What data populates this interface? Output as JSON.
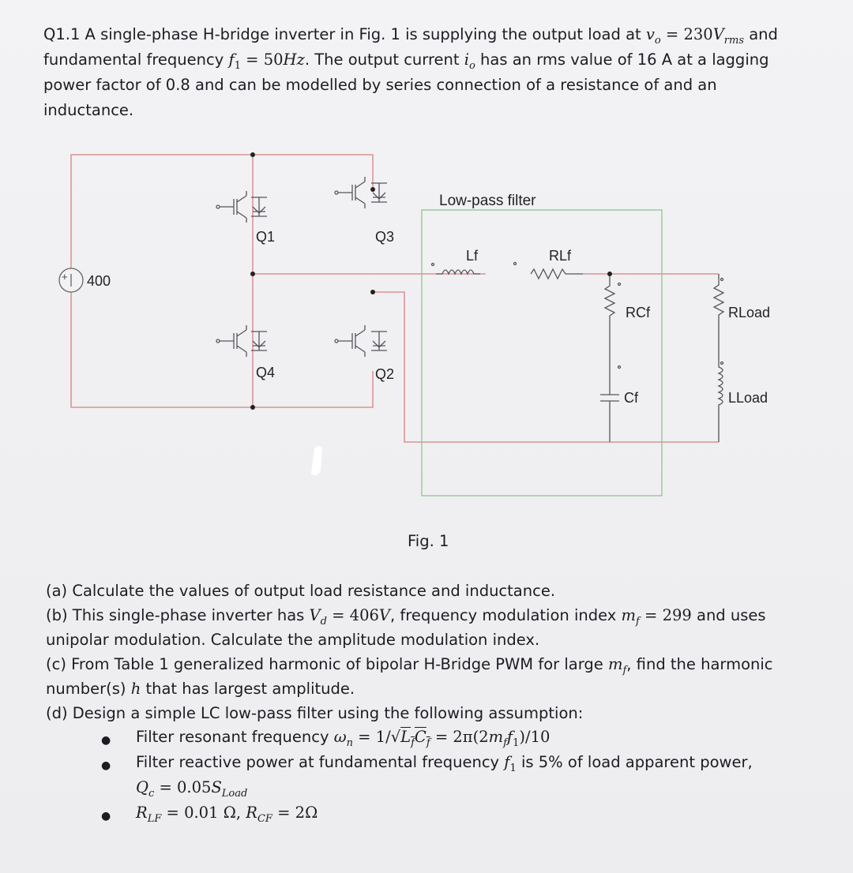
{
  "intro": {
    "line1_a": "Q1.1 A single-phase H-bridge inverter in Fig. 1 is supplying the output load at ",
    "line1_vo": "v",
    "line1_vo_sub": "o",
    "line1_eq": " = 230",
    "line1_V": "V",
    "line1_rms": "rms",
    "line1_b": " and",
    "line2_a": "fundamental frequency ",
    "line2_f1": "f",
    "line2_f1_sub": "1",
    "line2_eq": " = 50",
    "line2_Hz": "Hz",
    "line2_b": ". The output current ",
    "line2_io": "i",
    "line2_io_sub": "o",
    "line2_c": " has an rms value of 16 A at a lagging",
    "line3": "power factor of 0.8 and can be modelled by series connection of a resistance of and an",
    "line4": "inductance."
  },
  "circuit": {
    "source_label": "400",
    "source_sign": "+",
    "q1": "Q1",
    "q2": "Q2",
    "q3": "Q3",
    "q4": "Q4",
    "filter_title": "Low-pass filter",
    "lf": "Lf",
    "rlf": "RLf",
    "rcf": "RCf",
    "cf": "Cf",
    "rload": "RLoad",
    "lload": "LLoad",
    "colors": {
      "wire_red": "#d98080",
      "wire_green": "#8fc48f",
      "component": "#55555d"
    }
  },
  "figure_caption": "Fig. 1",
  "questions": {
    "a": "(a) Calculate the values of output load resistance and inductance.",
    "b1_a": "(b) This single-phase inverter has ",
    "b1_Vd": "V",
    "b1_Vd_sub": "d",
    "b1_eq": " = 406",
    "b1_V": "V",
    "b1_b": ", frequency modulation index ",
    "b1_mf": "m",
    "b1_mf_sub": "f",
    "b1_val": " = 299",
    "b1_c": " and uses",
    "b2": "unipolar modulation. Calculate the amplitude modulation index.",
    "c1_a": "(c) From Table 1 generalized harmonic of bipolar H-Bridge PWM for large ",
    "c1_mf": "m",
    "c1_mf_sub": "f",
    "c1_b": ", find the harmonic",
    "c2_a": "number(s) ",
    "c2_h": "h",
    "c2_b": " that has largest amplitude.",
    "d": "(d) Design a simple LC low-pass filter using the following assumption:",
    "bullet1_a": "Filter resonant frequency ",
    "bullet1_wn": "ω",
    "bullet1_wn_sub": "n",
    "bullet1_eq1": " = 1/",
    "bullet1_sqrt": "√",
    "bullet1_L": "L",
    "bullet1_L_sub": "f",
    "bullet1_C": "C",
    "bullet1_C_sub": "f",
    "bullet1_eq2": " = 2π(2",
    "bullet1_m": "m",
    "bullet1_m_sub": "f",
    "bullet1_f": "f",
    "bullet1_f_sub": "1",
    "bullet1_end": ")/10",
    "bullet2_a": "Filter reactive power at fundamental frequency ",
    "bullet2_f": "f",
    "bullet2_f_sub": "1",
    "bullet2_b": " is 5% of load apparent power,",
    "bullet2_Q": "Q",
    "bullet2_Q_sub": "c",
    "bullet2_eq": " = 0.05",
    "bullet2_S": "S",
    "bullet2_S_sub": "Load",
    "bullet3_R1": "R",
    "bullet3_R1_sub": "LF",
    "bullet3_mid": " = 0.01 Ω, ",
    "bullet3_R2": "R",
    "bullet3_R2_sub": "CF",
    "bullet3_end": " = 2Ω",
    "bullet_symbol": "●"
  }
}
